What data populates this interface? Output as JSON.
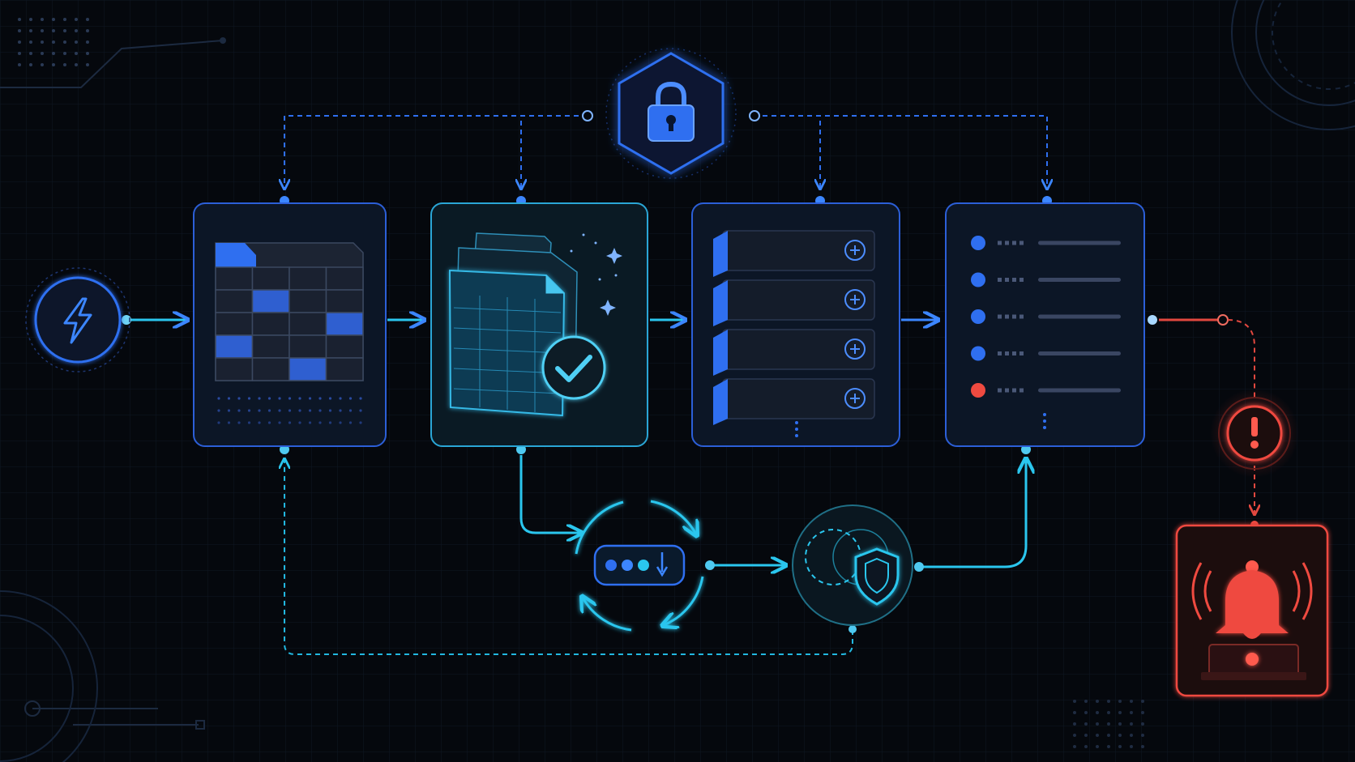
{
  "colors": {
    "background": "#05080d",
    "accent_blue": "#2f6ff0",
    "accent_cyan": "#22c3ec",
    "alert_red": "#ef4a40"
  },
  "nodes": [
    {
      "id": "trigger",
      "icon": "lightning-bolt-icon"
    },
    {
      "id": "spreadsheet",
      "icon": "spreadsheet-icon"
    },
    {
      "id": "validated-sheet",
      "icon": "validated-spreadsheet-icon"
    },
    {
      "id": "record-stack",
      "icon": "stacked-records-icon"
    },
    {
      "id": "checklist",
      "icon": "status-list-icon"
    },
    {
      "id": "lock-hub",
      "icon": "padlock-icon"
    },
    {
      "id": "sync-cycle",
      "icon": "cycle-arrows-icon"
    },
    {
      "id": "shield-check",
      "icon": "shield-icon"
    },
    {
      "id": "warning",
      "icon": "exclamation-icon"
    },
    {
      "id": "alarm",
      "icon": "alarm-bell-icon"
    }
  ],
  "spreadsheet": {
    "rows": 5,
    "cols": 4,
    "highlighted_cells": [
      [
        1,
        1
      ],
      [
        2,
        3
      ],
      [
        3,
        0
      ],
      [
        4,
        2
      ]
    ]
  },
  "checklist": {
    "statuses": [
      "ok",
      "ok",
      "ok",
      "ok",
      "error"
    ]
  },
  "record_stack": {
    "count": 4
  }
}
